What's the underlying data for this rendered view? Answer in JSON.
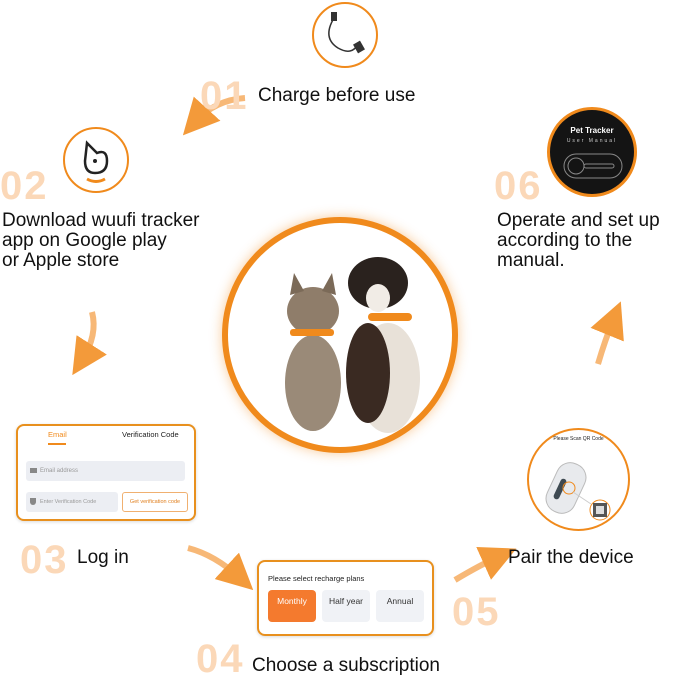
{
  "steps": [
    {
      "num": "01",
      "text": "Charge before use",
      "icon": "usb-cable-icon"
    },
    {
      "num": "02",
      "lines": [
        "Download wuufi tracker",
        "app on Google play",
        "or Apple store"
      ],
      "icon": "wuufi-app-logo-icon"
    },
    {
      "num": "03",
      "text": "Log in"
    },
    {
      "num": "04",
      "text": "Choose a subscription"
    },
    {
      "num": "05",
      "text": "Pair the device"
    },
    {
      "num": "06",
      "lines": [
        "Operate and set up",
        "according to the",
        "manual."
      ]
    }
  ],
  "login_card": {
    "tab_email": "Email",
    "tab_code": "Verification Code",
    "email_placeholder": "Email address",
    "code_placeholder": "Enter Verification Code",
    "get_code_button": "Get verification code"
  },
  "plans_card": {
    "title": "Please select recharge plans",
    "plans": [
      "Monthly",
      "Half year",
      "Annual"
    ],
    "selected": "Monthly"
  },
  "pair_circle": {
    "label": "Please Scan QR Code"
  },
  "manual_circle": {
    "title": "Pet Tracker",
    "subtitle": "User Manual"
  },
  "colors": {
    "accent": "#f08a1c",
    "number_faded": "#fbd8b8",
    "selected_plan": "#f47a2e"
  }
}
